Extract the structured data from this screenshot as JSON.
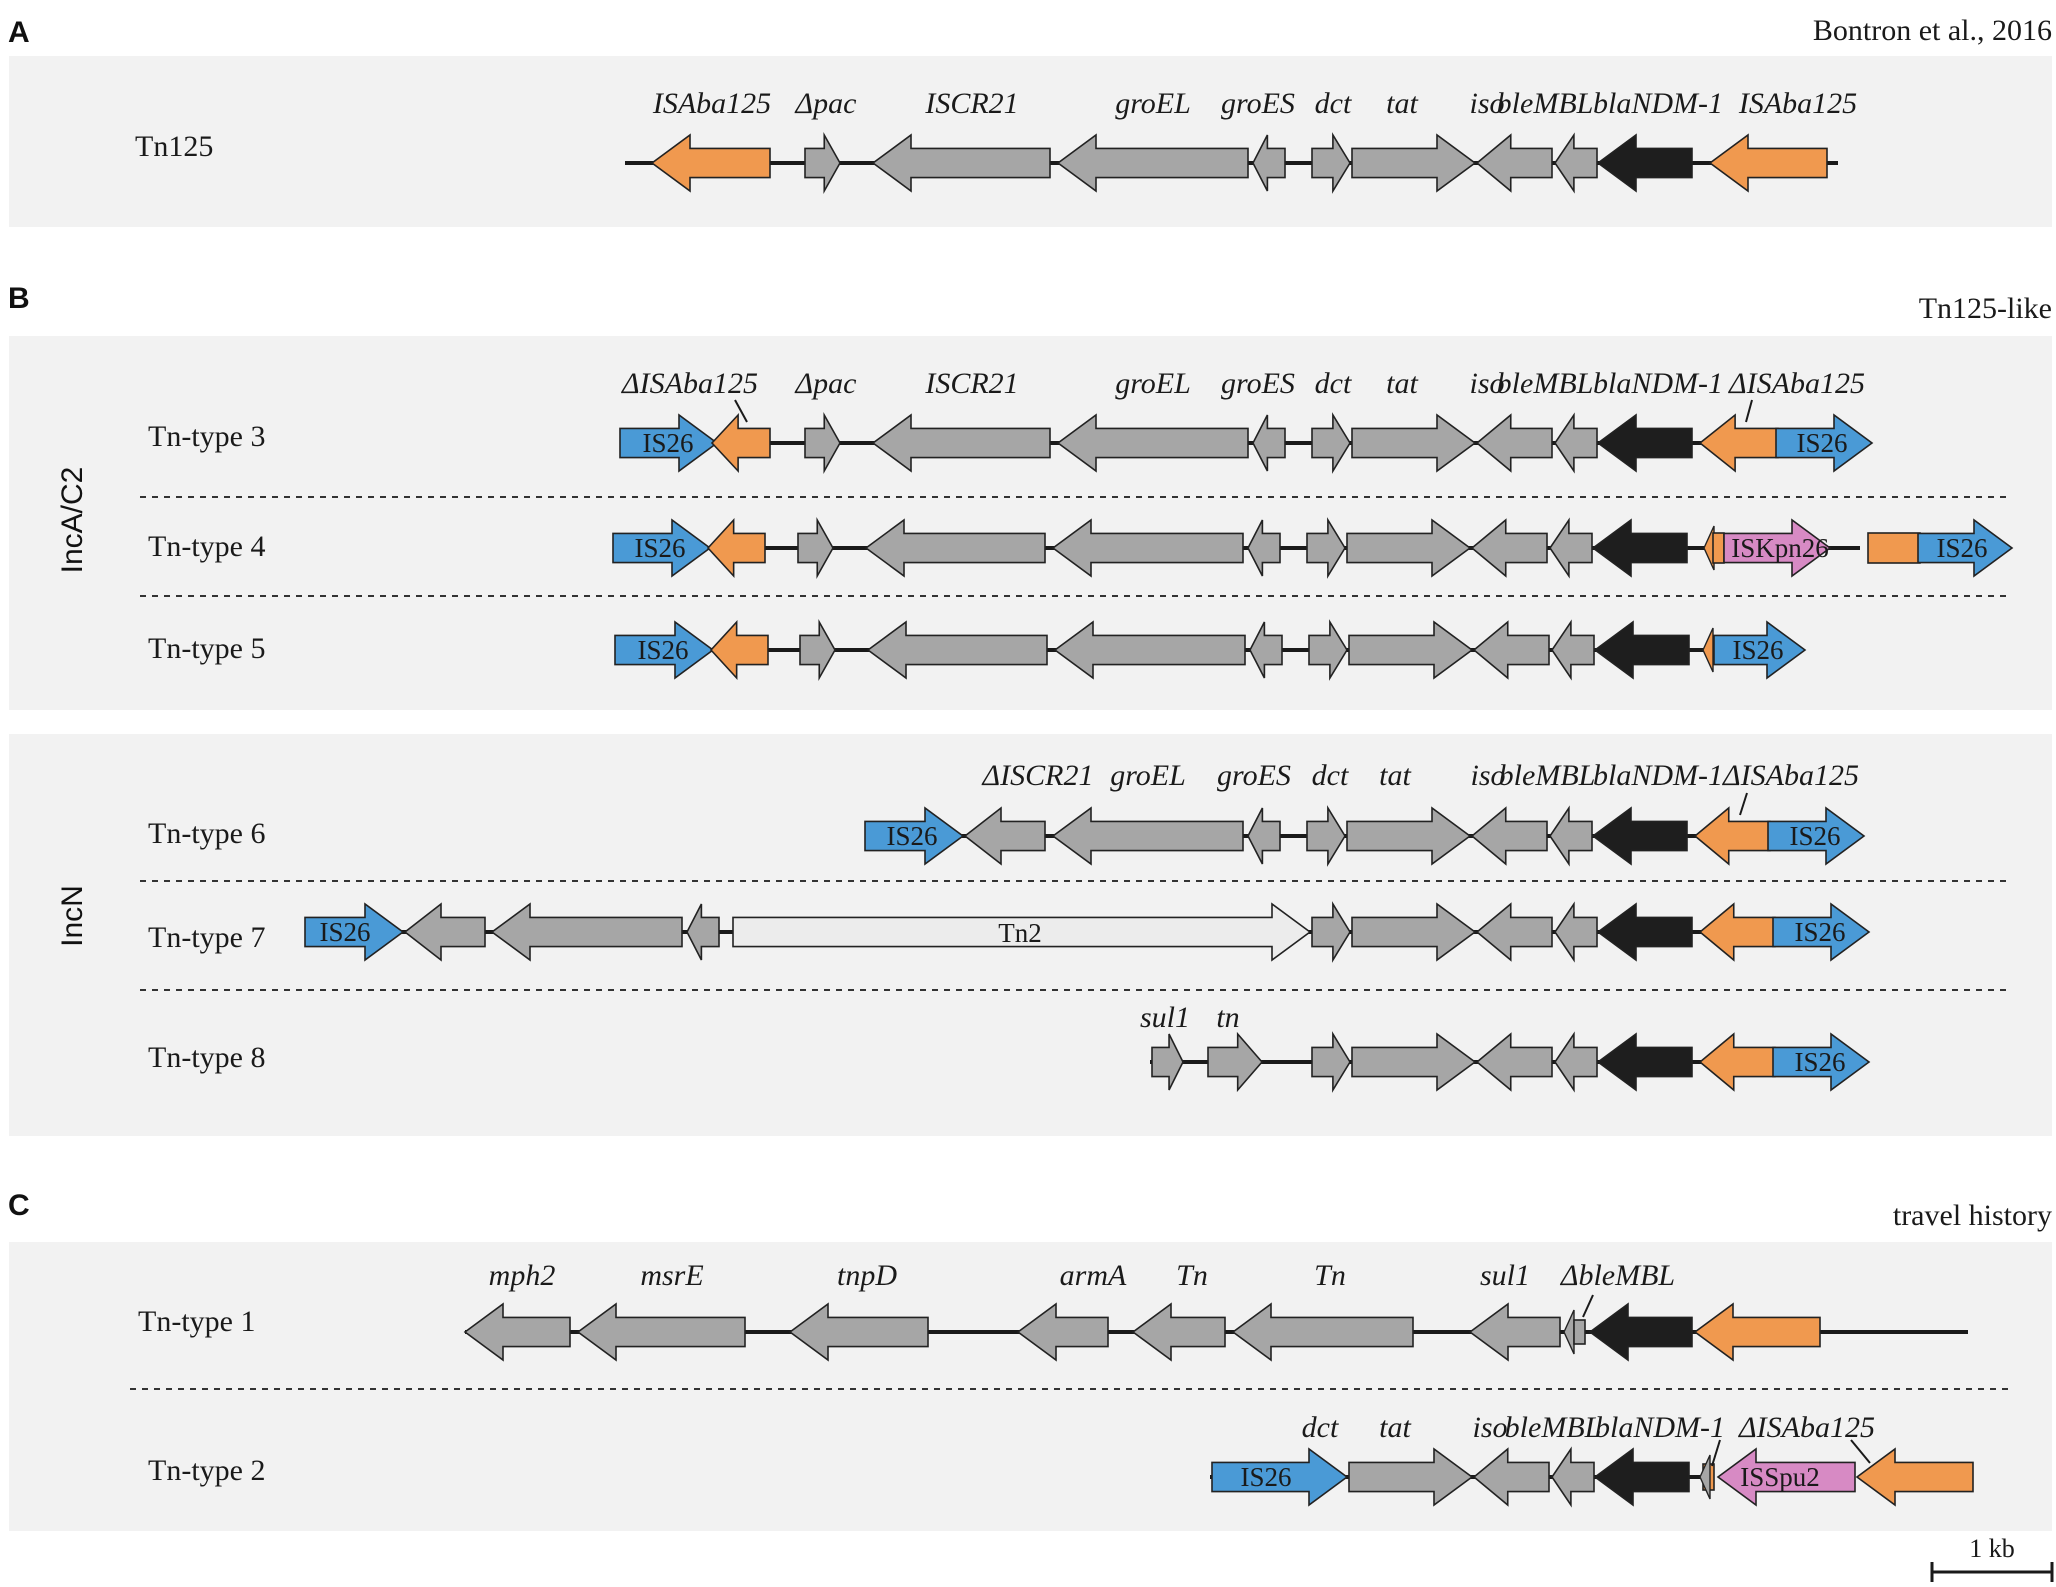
{
  "panels": {
    "A": {
      "letter": "A",
      "source": "Bontron et al., 2016"
    },
    "B": {
      "letter": "B",
      "source": "Tn125-like"
    },
    "C": {
      "letter": "C",
      "source": "travel history"
    }
  },
  "groups": {
    "incac2": "IncA/C2",
    "incn": "IncN"
  },
  "rows": {
    "tn125": "Tn125",
    "tn3": "Tn-type 3",
    "tn4": "Tn-type 4",
    "tn5": "Tn-type 5",
    "tn6": "Tn-type 6",
    "tn7": "Tn-type 7",
    "tn8": "Tn-type 8",
    "tn1": "Tn-type 1",
    "tn2": "Tn-type 2"
  },
  "genes": {
    "isaba125": "ISAba125",
    "disaba125": "ΔISAba125",
    "dpac": "Δpac",
    "iscr21": "ISCR21",
    "discr21": "ΔISCR21",
    "groel": "groEL",
    "groes": "groES",
    "dct": "dct",
    "tat": "tat",
    "iso": "iso",
    "ble": "bleMBL",
    "dble": "ΔbleMBL",
    "bla": "blaNDM-1",
    "sul1": "sul1",
    "tn": "tn",
    "mph2": "mph2",
    "msre": "msrE",
    "tnpd": "tnpD",
    "arma": "armA",
    "tn_cap": "Tn"
  },
  "boxes": {
    "is26": "IS26",
    "iskpn26": "ISKpn26",
    "tn2": "Tn2",
    "isspu2": "ISSpu2"
  },
  "scale": "1 kb",
  "colors": {
    "is26": "#4a9ad6",
    "isaba125": "#f0994f",
    "gene": "#a6a6a6",
    "bla": "#1e1e1e",
    "iskpn26": "#d78ac4",
    "tn2": "#ececec",
    "panel_bg": "#f2f2f2"
  }
}
